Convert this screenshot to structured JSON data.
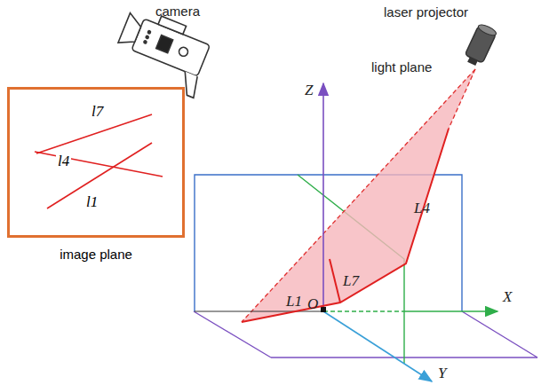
{
  "diagram": {
    "nodes": [
      {
        "text": [
          "l7",
          "l4",
          "l1",
          "image plane"
        ]
      }
    ],
    "labels": [
      "camera",
      "laser projector",
      "light plane",
      "Z",
      "X",
      "Y",
      "O",
      "L1",
      "L4",
      "L7"
    ]
  }
}
